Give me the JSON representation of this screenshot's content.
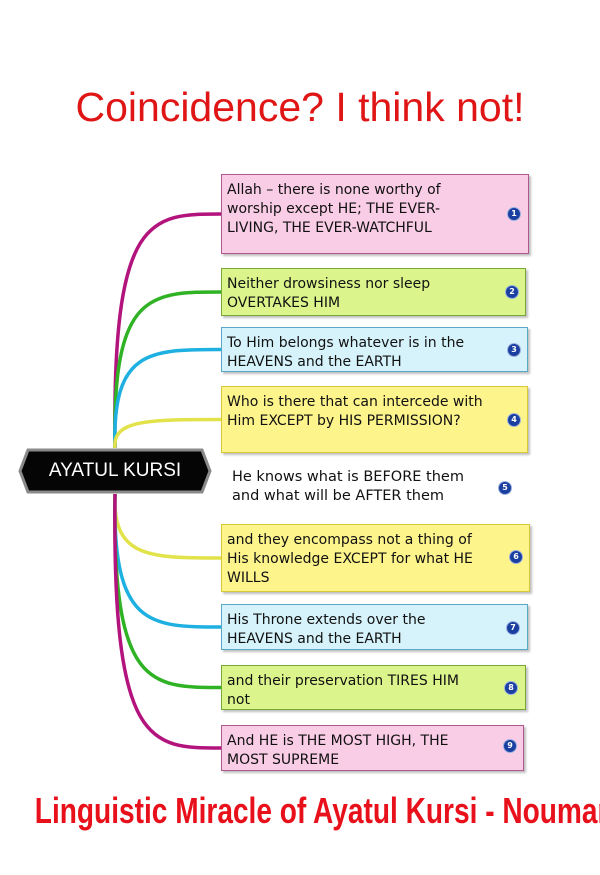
{
  "title": "Coincidence? I think not!",
  "center_node": "AYATUL KURSI",
  "footer": "Linguistic Miracle of Ayatul Kursi - Nouman Ali Khan",
  "colors": {
    "title": "#e01515",
    "pink": "#f9cde6",
    "green": "#dbf58c",
    "cyan": "#d6f3fb",
    "yellow": "#fdf48c",
    "badge": "#1a3fa0"
  },
  "branches": [
    {
      "number": "1",
      "text": "Allah – there is none worthy of worship except HE; THE EVER-LIVING, THE EVER-WATCHFUL",
      "color": "pink"
    },
    {
      "number": "2",
      "text": "Neither drowsiness nor sleep OVERTAKES HIM",
      "color": "green"
    },
    {
      "number": "3",
      "text": "To Him belongs whatever is in the HEAVENS and the EARTH",
      "color": "cyan"
    },
    {
      "number": "4",
      "text": "Who is there that can intercede with Him EXCEPT by HIS PERMISSION?",
      "color": "yellow"
    },
    {
      "number": "5",
      "text": "He knows what is BEFORE  them and what will be AFTER them",
      "color": "none"
    },
    {
      "number": "6",
      "text": "and they encompass not a thing of His knowledge EXCEPT for what HE WILLS",
      "color": "yellow"
    },
    {
      "number": "7",
      "text": "His Throne extends over the HEAVENS and the EARTH",
      "color": "cyan"
    },
    {
      "number": "8",
      "text": "and their preservation TIRES HIM not",
      "color": "green"
    },
    {
      "number": "9",
      "text": "And HE is THE MOST HIGH, THE MOST SUPREME",
      "color": "pink"
    }
  ]
}
